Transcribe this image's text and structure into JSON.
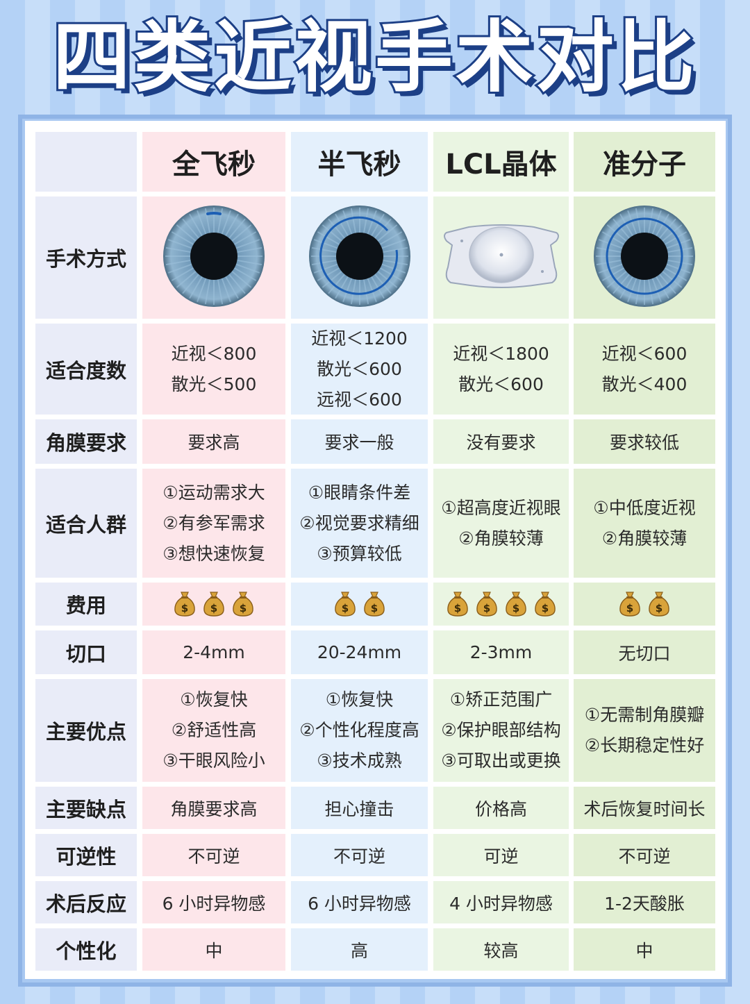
{
  "title": "四类近视手术对比",
  "columns": [
    "全飞秒",
    "半飞秒",
    "LCL晶体",
    "准分子"
  ],
  "rows": [
    {
      "label": "手术方式",
      "images": [
        "eye-small-incision-icon",
        "eye-flap-ring-icon",
        "implantable-lens-icon",
        "eye-ring-icon"
      ]
    },
    {
      "label": "适合度数",
      "cells": [
        [
          "近视＜800",
          "散光＜500"
        ],
        [
          "近视＜1200",
          "散光＜600",
          "远视＜600"
        ],
        [
          "近视＜1800",
          "散光＜600"
        ],
        [
          "近视＜600",
          "散光＜400"
        ]
      ]
    },
    {
      "label": "角膜要求",
      "cells": [
        [
          "要求高"
        ],
        [
          "要求一般"
        ],
        [
          "没有要求"
        ],
        [
          "要求较低"
        ]
      ]
    },
    {
      "label": "适合人群",
      "cells": [
        [
          "①运动需求大",
          "②有参军需求",
          "③想快速恢复"
        ],
        [
          "①眼睛条件差",
          "②视觉要求精细",
          "③预算较低"
        ],
        [
          "①超高度近视眼",
          "②角膜较薄"
        ],
        [
          "①中低度近视",
          "②角膜较薄"
        ]
      ]
    },
    {
      "label": "费用",
      "money": [
        3,
        2,
        4,
        2
      ]
    },
    {
      "label": "切口",
      "cells": [
        [
          "2-4mm"
        ],
        [
          "20-24mm"
        ],
        [
          "2-3mm"
        ],
        [
          "无切口"
        ]
      ]
    },
    {
      "label": "主要优点",
      "cells": [
        [
          "①恢复快",
          "②舒适性高",
          "③干眼风险小"
        ],
        [
          "①恢复快",
          "②个性化程度高",
          "③技术成熟"
        ],
        [
          "①矫正范围广",
          "②保护眼部结构",
          "③可取出或更换"
        ],
        [
          "①无需制角膜瓣",
          "②长期稳定性好"
        ]
      ]
    },
    {
      "label": "主要缺点",
      "cells": [
        [
          "角膜要求高"
        ],
        [
          "担心撞击"
        ],
        [
          "价格高"
        ],
        [
          "术后恢复时间长"
        ]
      ]
    },
    {
      "label": "可逆性",
      "cells": [
        [
          "不可逆"
        ],
        [
          "不可逆"
        ],
        [
          "可逆"
        ],
        [
          "不可逆"
        ]
      ]
    },
    {
      "label": "术后反应",
      "cells": [
        [
          "6 小时异物感"
        ],
        [
          "6 小时异物感"
        ],
        [
          "4 小时异物感"
        ],
        [
          "1-2天酸胀"
        ]
      ]
    },
    {
      "label": "个性化",
      "cells": [
        [
          "中"
        ],
        [
          "高"
        ],
        [
          "较高"
        ],
        [
          "中"
        ]
      ]
    }
  ],
  "colors": {
    "title_stroke": "#1c3f86",
    "ring": "#1d5fb4",
    "iris": "#6f98b8",
    "money_bag": "#d9a33a"
  }
}
